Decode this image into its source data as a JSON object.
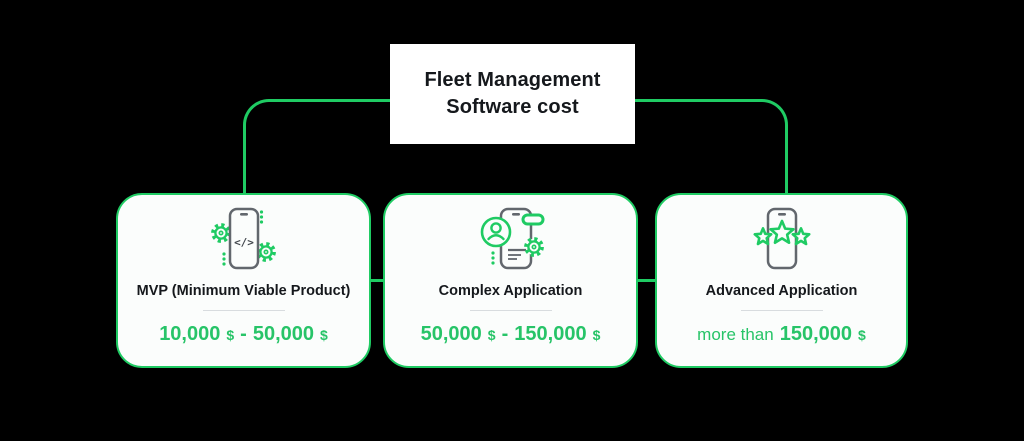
{
  "background": "#000000",
  "colors": {
    "accent_green": "#1fcb63",
    "price_green": "#27c468",
    "text_dark": "#15181c",
    "card_background": "#fbfdfc",
    "title_box_background": "#ffffff",
    "divider_gray": "#d8dcdf",
    "phone_gray": "#62676d"
  },
  "header": {
    "line1": "Fleet Management",
    "line2": "Software cost"
  },
  "cards": [
    {
      "icon": "phone-code-gears-icon",
      "icon_glyph": "</>",
      "title": "MVP (Minimum Viable Product)",
      "price": {
        "num1": "10,000",
        "cur1": "$",
        "dash": "-",
        "num2": "50,000",
        "cur2": "$"
      }
    },
    {
      "icon": "phone-user-gear-icon",
      "title": "Complex Application",
      "price": {
        "num1": "50,000",
        "cur1": "$",
        "dash": "-",
        "num2": "150,000",
        "cur2": "$"
      }
    },
    {
      "icon": "phone-stars-icon",
      "title": "Advanced Application",
      "price": {
        "prefix": "more than",
        "num2": "150,000",
        "cur2": "$"
      }
    }
  ]
}
